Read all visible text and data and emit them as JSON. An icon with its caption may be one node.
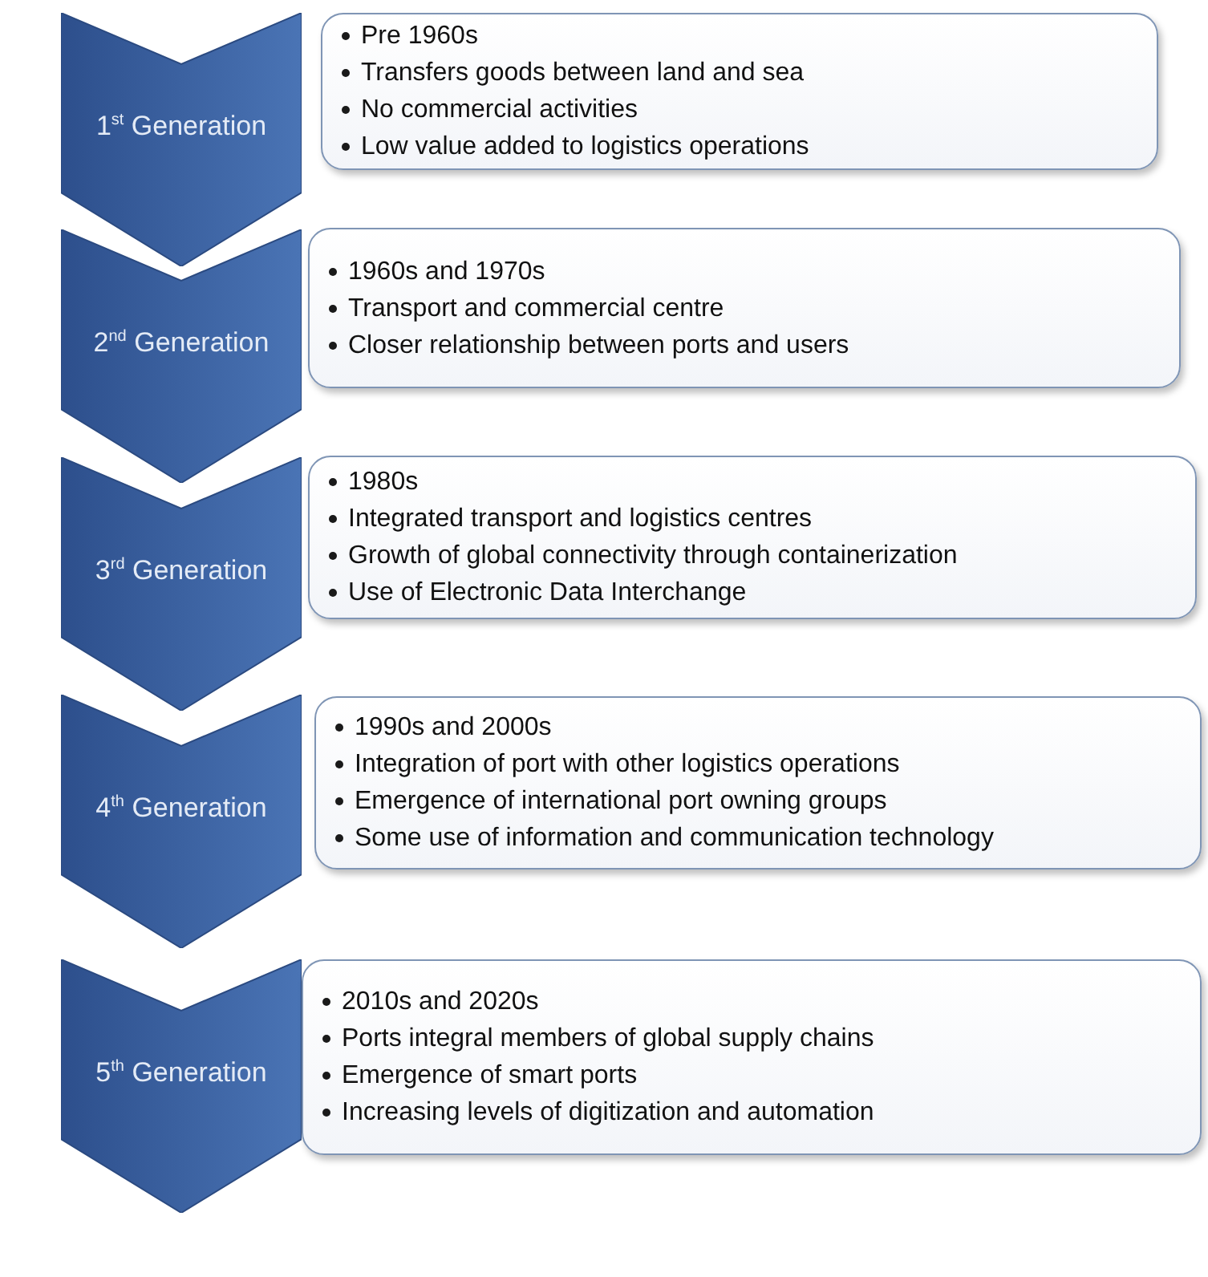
{
  "diagram": {
    "nodes": [
      {
        "text": [
          "1$^{st}$ Generation"
        ]
      },
      {
        "text": [
          "Pre 1960s",
          "Transfers goods between land and sea",
          "No commercial activities",
          "Low value added to logistics operations"
        ]
      },
      {
        "text": [
          "2$^{nd}$ Generation"
        ]
      },
      {
        "text": [
          "1960s and 1970s",
          "Transport and commercial centre",
          "Closer relationship between ports and users"
        ]
      },
      {
        "text": [
          "3$^{rd}$ Generation"
        ]
      },
      {
        "text": [
          "1980s",
          "Integrated transport and logistics centres",
          "Growth of global connectivity through containerization",
          "Use of Electronic Data Interchange"
        ]
      },
      {
        "text": [
          "4$^{th}$ Generation"
        ]
      },
      {
        "text": [
          "1990s and 2000s",
          "Integration of port with other logistics operations",
          "Emergence of international port owning groups",
          "Some use of information and communication technology"
        ]
      },
      {
        "text": [
          "5$^{th}$ Generation"
        ]
      },
      {
        "text": [
          "2010s and 2020s",
          "Ports integral members of global supply chains",
          "Emergence of smart ports",
          "Increasing levels of digitization and automation"
        ]
      }
    ]
  }
}
